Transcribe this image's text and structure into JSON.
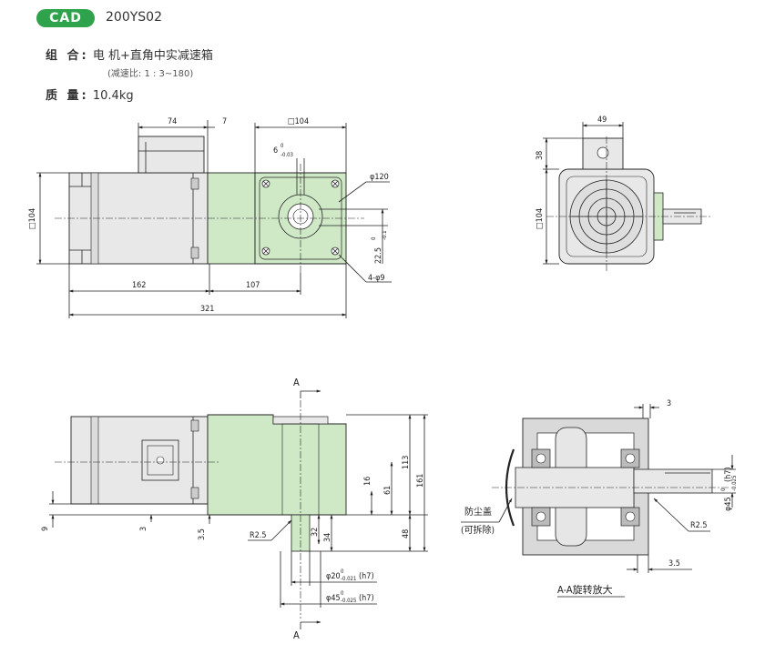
{
  "header": {
    "badge": "CAD",
    "model": "200YS02",
    "combo_label": "组 合:",
    "combo_value": "电 机+直角中实减速箱",
    "ratio_note": "(减速比: 1 : 3~180)",
    "mass_label": "质 量:",
    "mass_value": "10.4kg"
  },
  "colors": {
    "accent": "#2fa34b",
    "gearbox_fill": "#cfe8c6",
    "motor_fill": "#e8e8e8",
    "section_fill": "#d9d9d9"
  },
  "views": {
    "side": {
      "dims": {
        "d74": "74",
        "d7": "7",
        "d104top": "□104",
        "d6": "6",
        "d6sub": "-0.03",
        "d6sup": "0",
        "phi120": "φ120",
        "d104left": "□104",
        "d22": "22.5",
        "d22sup": "0",
        "d22sub": "-0.1",
        "d162": "162",
        "d107": "107",
        "d321": "321",
        "holes": "4-φ9"
      }
    },
    "end": {
      "dims": {
        "d49": "49",
        "d38": "38",
        "d104": "□104"
      }
    },
    "front": {
      "dims": {
        "secA_top": "A",
        "secA_bot": "A",
        "d113": "113",
        "d161": "161",
        "d61": "61",
        "d16": "16",
        "d48": "48",
        "d32": "32",
        "d34": "34",
        "d9": "9",
        "d3": "3",
        "d35": "3.5",
        "r25": "R2.5",
        "phi20": "φ20",
        "phi20tol": "0",
        "phi20sub": "-0.021",
        "phi20fit": "(h7)",
        "phi45": "φ45",
        "phi45tol": "0",
        "phi45sub": "-0.025",
        "phi45fit": "(h7)"
      }
    },
    "section": {
      "dims": {
        "d3": "3",
        "d35": "3.5",
        "r25": "R2.5",
        "phi45": "φ45",
        "phi45tol": "0",
        "phi45sub": "-0.025",
        "phi45fit": "(h7)",
        "cover1": "防尘盖",
        "cover2": "(可拆除)"
      },
      "caption": "A-A旋转放大"
    }
  }
}
